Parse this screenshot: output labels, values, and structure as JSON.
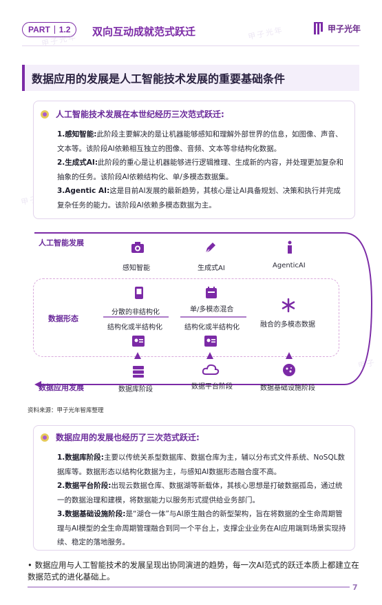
{
  "header": {
    "part_label": "PART",
    "part_number": "1.2",
    "title": "双向互动成就范式跃迁",
    "brand": "甲子光年"
  },
  "section_title": "数据应用的发展是人工智能技术发展的重要基础条件",
  "box1": {
    "heading": "人工智能技术发展在本世纪经历三次范式跃迁:",
    "items": [
      {
        "label": "1.感知智能:",
        "text": "此阶段主要解决的是让机器能够感知和理解外部世界的信息，如图像、声音、文本等。该阶段AI依赖相互独立的图像、音频、文本等非结构化数据。"
      },
      {
        "label": "2.生成式AI:",
        "text": "此阶段的重心是让机器能够进行逻辑推理、生成新的内容，并处理更加复杂和抽象的任务。该阶段AI依赖结构化、单/多模态数据集。"
      },
      {
        "label": "3.Agentic AI:",
        "text": "这是目前AI发展的最新趋势，其核心是让AI具备规划、决策和执行并完成复杂任务的能力。该阶段AI依赖多模态数据为主。"
      }
    ]
  },
  "diagram": {
    "row_ai": "人工智能发展",
    "row_data_form": "数据形态",
    "row_data_app": "数据应用发展",
    "ai_stages": [
      "感知智能",
      "生成式AI",
      "AgenticAI"
    ],
    "forms": {
      "col1_top": "分散的非结构化",
      "col1_bottom": "结构化或半结构化",
      "col2_top": "单/多模态混合",
      "col2_bottom": "结构化或半结构化",
      "col3": "融合的多模态数据"
    },
    "app_stages": [
      "数据库阶段",
      "数据平台阶段",
      "数据基础设施阶段"
    ],
    "icons": [
      "camera-icon",
      "pen-icon",
      "info-icon",
      "phone-icon",
      "calendar-icon",
      "snowflake-icon",
      "id-card-icon",
      "id-card-icon",
      "database-icon",
      "cloud-icon",
      "blob-icon"
    ],
    "accent": "#7b2aa6"
  },
  "source": "资料来源：甲子光年智库整理",
  "box2": {
    "heading": "数据应用的发展也经历了三次范式跃迁:",
    "items": [
      {
        "label": "1.数据库阶段:",
        "text": "主要以传统关系型数据库、数据仓库为主，辅以分布式文件系统、NoSQL数据库等。数据形态以结构化数据为主，与感知AI数据形态融合度不高。"
      },
      {
        "label": "2.数据平台阶段:",
        "text": "出现云数据仓库、数据湖等新载体，其核心思想是打破数据孤岛，通过统一的数据治理和建模，将数据能力以服务形式提供给业务部门。"
      },
      {
        "label": "3.数据基础设施阶段:",
        "text": "是“湖仓一体”与AI原生融合的新型架构，旨在将数据的全生命周期管理与AI模型的全生命周期管理融合到同一个平台上，支撑企业业务在AI应用端到场景实现持续、稳定的落地服务。"
      }
    ]
  },
  "footer": {
    "note": "数据应用与人工智能技术的发展呈现出协同演进的趋势，每一次AI范式的跃迁本质上都建立在数据范式的进化基础上。",
    "page": "7"
  }
}
